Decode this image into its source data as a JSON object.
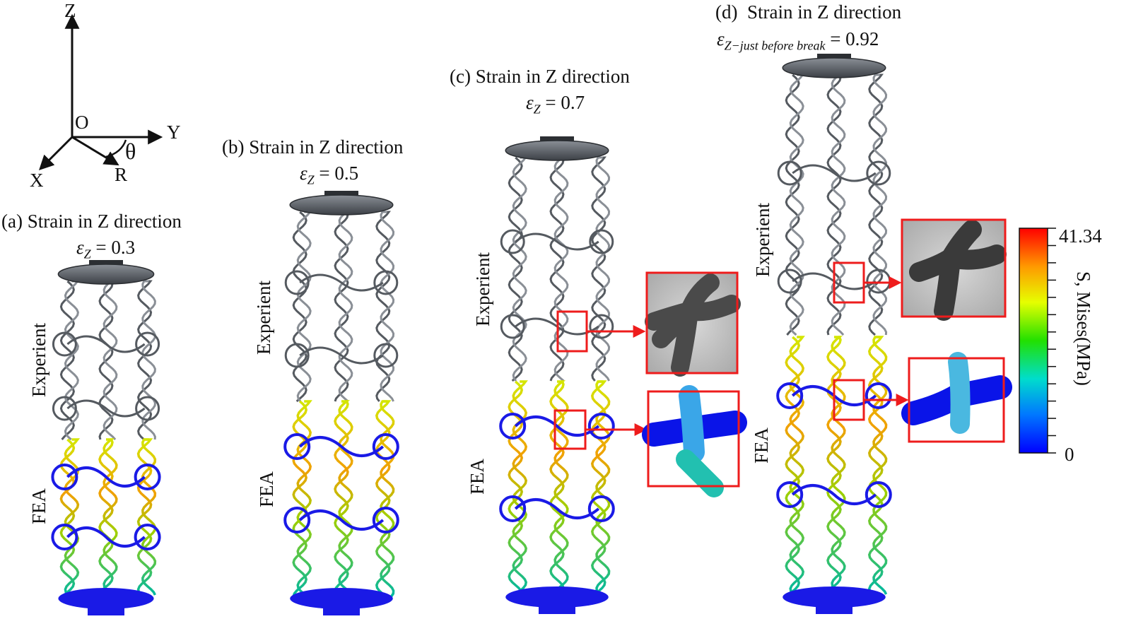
{
  "axes": {
    "z": "Z",
    "o": "O",
    "y": "Y",
    "x": "X",
    "r": "R",
    "theta": "θ"
  },
  "panels": [
    {
      "id": "a",
      "title": "(a) Strain in Z direction",
      "eq_symbol": "ε",
      "eq_sub": "Z",
      "eq_value": "= 0.3",
      "exp_label": "Experient",
      "fea_label": "FEA"
    },
    {
      "id": "b",
      "title": "(b) Strain in Z direction",
      "eq_symbol": "ε",
      "eq_sub": "Z",
      "eq_value": "= 0.5",
      "exp_label": "Experient",
      "fea_label": "FEA"
    },
    {
      "id": "c",
      "title": "(c) Strain in Z direction",
      "eq_symbol": "ε",
      "eq_sub": "Z",
      "eq_value": "= 0.7",
      "exp_label": "Experient",
      "fea_label": "FEA"
    },
    {
      "id": "d",
      "title_prefix": "(d)",
      "title": "Strain in Z direction",
      "eq_symbol": "ε",
      "eq_sub": "Z−just before break",
      "eq_value": "= 0.92",
      "exp_label": "Experient",
      "fea_label": "FEA"
    }
  ],
  "colorbar": {
    "max": "41.34",
    "min": "0",
    "title": "S, Mises(MPa)",
    "colors": [
      "#ff0000",
      "#ff5a00",
      "#ff9900",
      "#ffcc00",
      "#e6ff00",
      "#99ff00",
      "#33ee00",
      "#00dd55",
      "#00ddaa",
      "#00ccdd",
      "#0099ee",
      "#0055ff",
      "#0000ff"
    ]
  },
  "colors": {
    "metal": "#555a60",
    "fea_blue": "#1a1ae6",
    "callout_red": "#ee1c1c"
  }
}
